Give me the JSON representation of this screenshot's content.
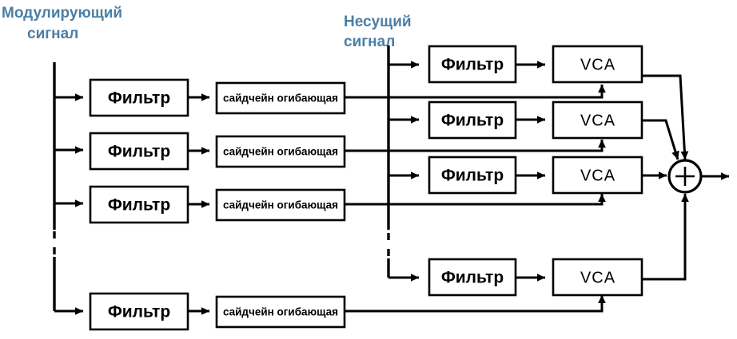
{
  "diagram": {
    "title_modulator_line1": "Модулирующий",
    "title_modulator_line2": "сигнал",
    "title_carrier_line1": "Несущий",
    "title_carrier_line2": "сигнал",
    "label_color": "#4a7fa5",
    "line_color": "#000000",
    "background": "#ffffff",
    "filter_label": "Фильтр",
    "envelope_label": "сайдчейн огибающая",
    "vca_label": "VCA",
    "sum_label": "+",
    "modulator_rows": [
      {
        "filter": "Фильтр",
        "envelope": "сайдчейн огибающая"
      },
      {
        "filter": "Фильтр",
        "envelope": "сайдчейн огибающая"
      },
      {
        "filter": "Фильтр",
        "envelope": "сайдчейн огибающая"
      },
      {
        "filter": "Фильтр",
        "envelope": "сайдчейн огибающая"
      }
    ],
    "carrier_rows": [
      {
        "filter": "Фильтр",
        "vca": "VCA"
      },
      {
        "filter": "Фильтр",
        "vca": "VCA"
      },
      {
        "filter": "Фильтр",
        "vca": "VCA"
      },
      {
        "filter": "Фильтр",
        "vca": "VCA"
      }
    ]
  }
}
